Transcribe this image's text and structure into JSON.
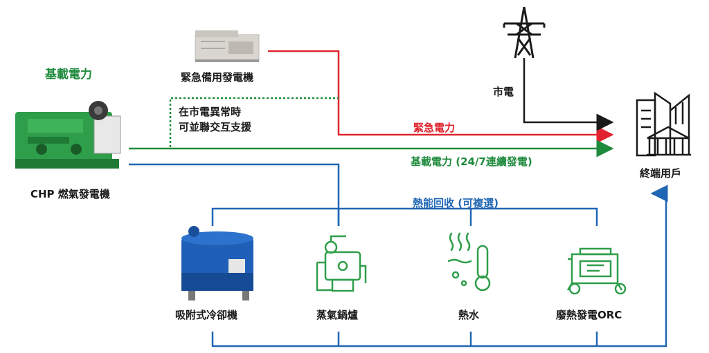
{
  "labels": {
    "base_power_title": "基載電力",
    "chp_generator": "CHP 燃氣發電機",
    "emergency_generator": "緊急備用發電機",
    "grid_abnormal_line1": "在市電異常時",
    "grid_abnormal_line2": "可並聯交互支援",
    "city_power": "市電",
    "emergency_power": "緊急電力",
    "base_power_247": "基載電力 (24/7連續發電)",
    "end_user": "終端用戶",
    "heat_recovery": "熱能回收 (可複選)",
    "absorption_chiller": "吸附式冷卻機",
    "steam_boiler": "蒸氣鍋爐",
    "hot_water": "熱水",
    "waste_heat_orc": "廢熱發電ORC"
  },
  "colors": {
    "base_green": "#1e8a3c",
    "emergency_red": "#e0232e",
    "heat_blue": "#1f66b3",
    "grid_black": "#1a1a1a",
    "icon_green": "#2e9e4a"
  },
  "icons": {
    "chp": "chp-generator-icon",
    "emergency": "emergency-generator-icon",
    "tower": "transmission-tower-icon",
    "building": "building-icon",
    "chiller": "absorption-chiller-icon",
    "boiler": "steam-boiler-icon",
    "water": "hot-water-icon",
    "orc": "orc-generator-icon"
  }
}
